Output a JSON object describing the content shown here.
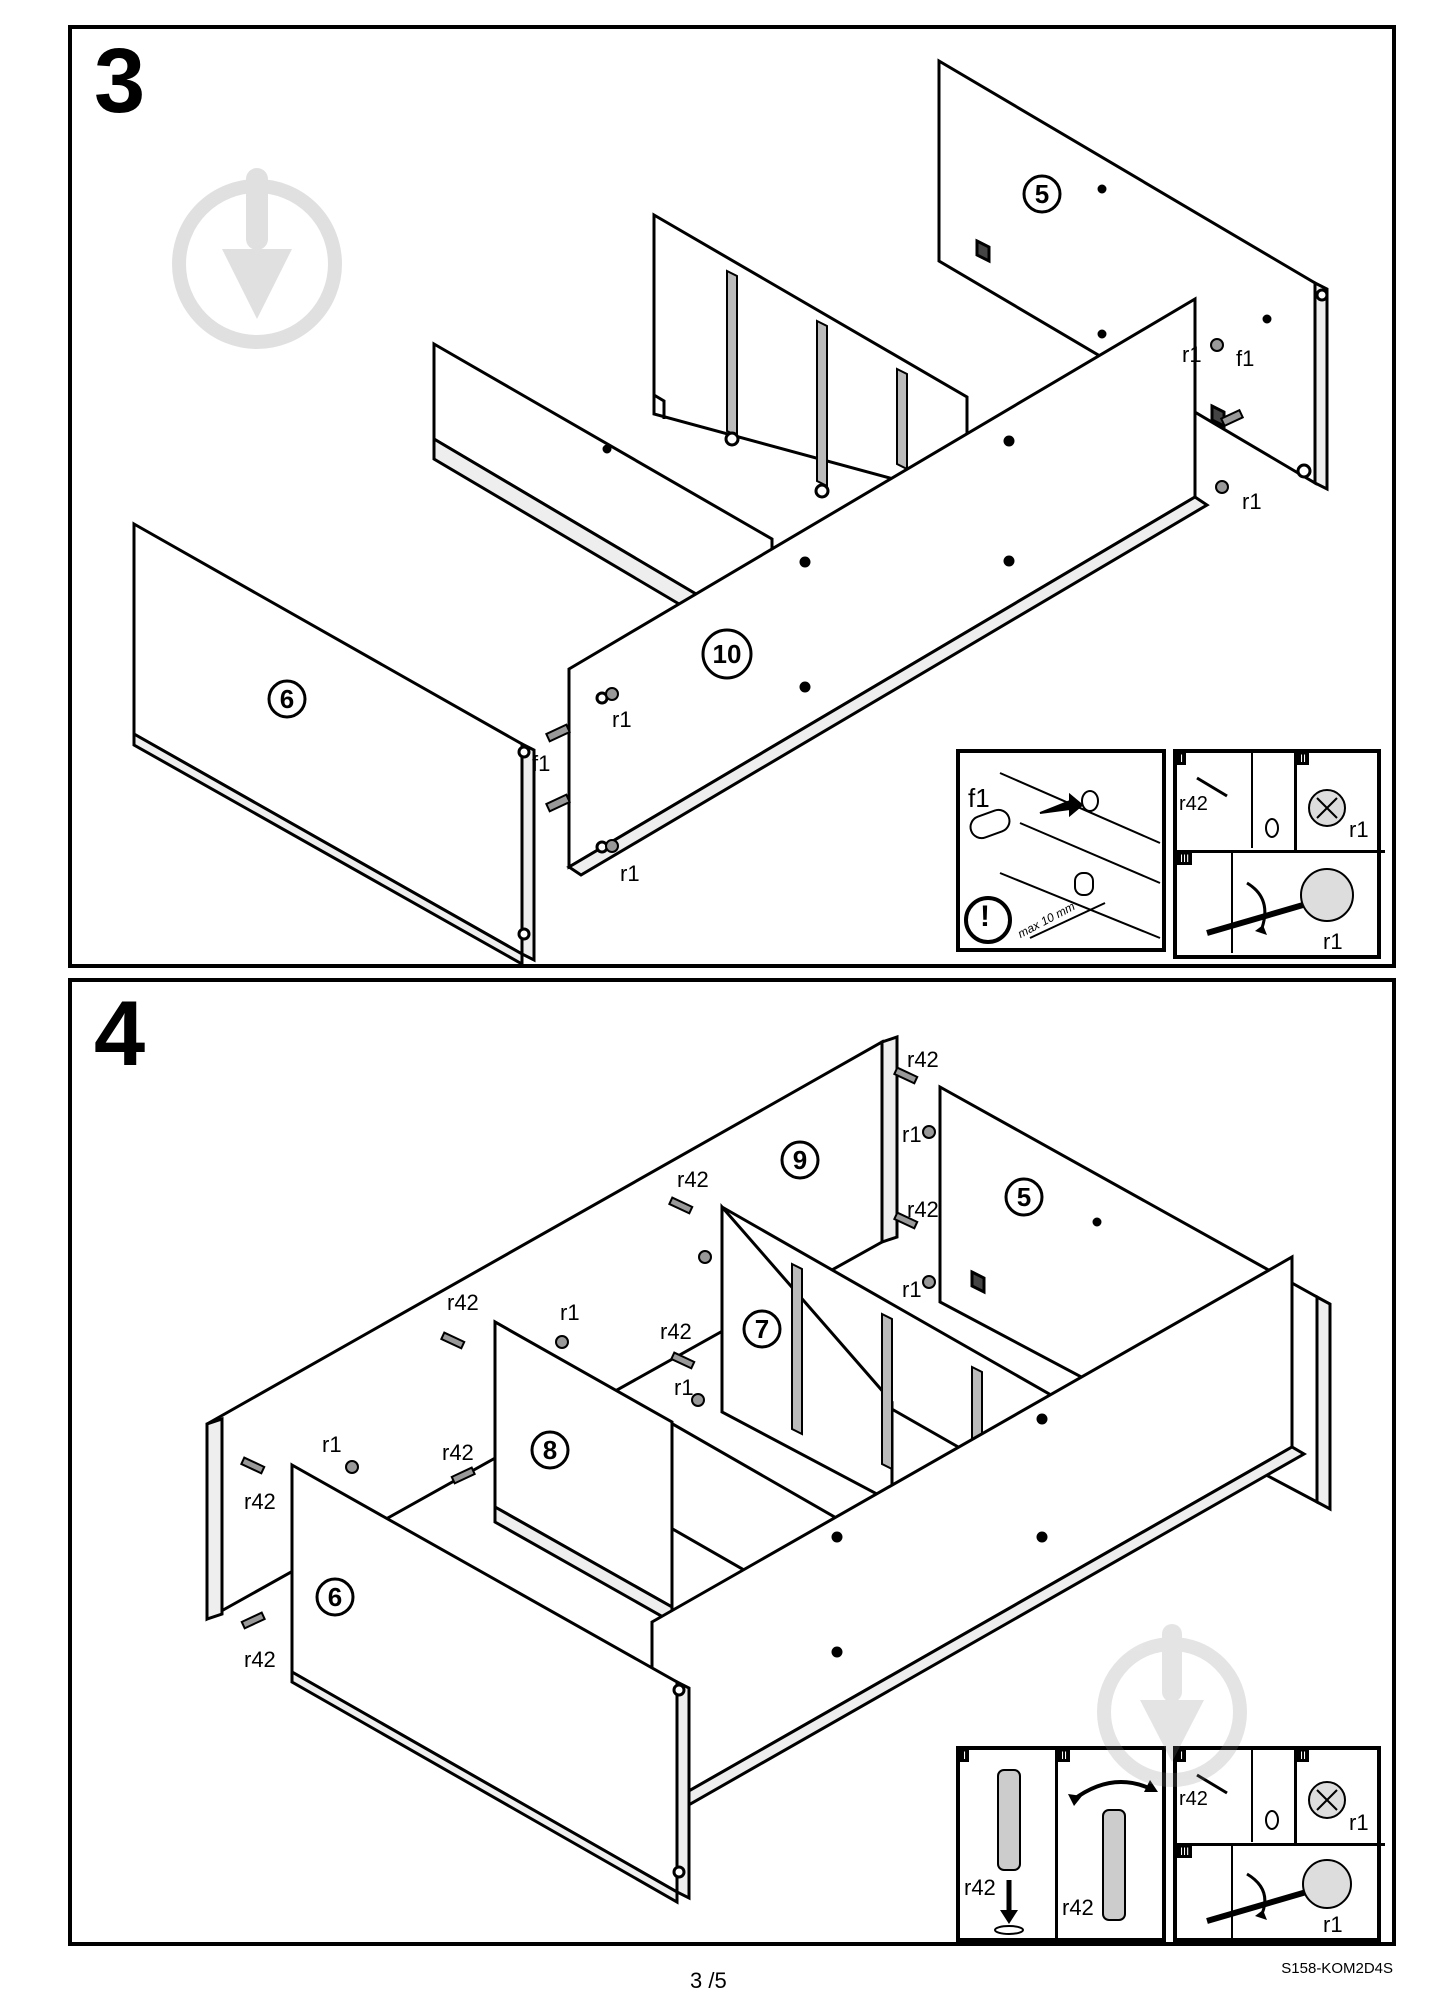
{
  "page": {
    "page_number": "3 /5",
    "doc_code": "S158-KOM2D4S"
  },
  "step3": {
    "number": "3",
    "parts": {
      "p5": "5",
      "p10": "10",
      "p6": "6"
    },
    "hardware": {
      "r1": "r1",
      "f1": "f1"
    },
    "inset_f1": {
      "label": "f1",
      "warning": "!",
      "note": "max 10 mm"
    },
    "inset_cam": {
      "step1": "I",
      "step2": "II",
      "step3": "III",
      "r42": "r42",
      "r1": "r1"
    }
  },
  "step4": {
    "number": "4",
    "parts": {
      "p9": "9",
      "p5": "5",
      "p7": "7",
      "p8": "8",
      "p6": "6"
    },
    "hardware": {
      "r1": "r1",
      "r42": "r42"
    },
    "inset_bolt": {
      "step1": "I",
      "step2": "II",
      "r42": "r42"
    },
    "inset_cam": {
      "step1": "I",
      "step2": "II",
      "step3": "III",
      "r42": "r42",
      "r1": "r1"
    }
  },
  "watermark": {
    "icon": "download-arrow-icon"
  }
}
